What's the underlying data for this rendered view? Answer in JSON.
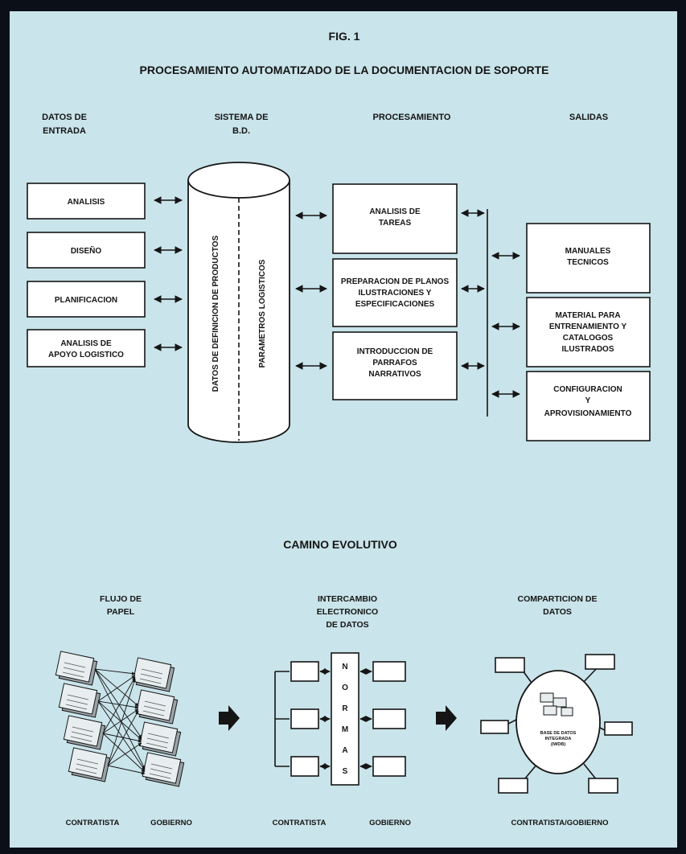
{
  "figure": {
    "number": "FIG. 1",
    "title": "PROCESAMIENTO AUTOMATIZADO DE LA DOCUMENTACION DE SOPORTE"
  },
  "columns": {
    "inputs": [
      "DATOS DE",
      "ENTRADA"
    ],
    "db": [
      "SISTEMA DE",
      "B.D."
    ],
    "processing": "PROCESAMIENTO",
    "outputs": "SALIDAS"
  },
  "inputs": [
    {
      "lines": [
        "ANALISIS"
      ]
    },
    {
      "lines": [
        "DISEÑO"
      ]
    },
    {
      "lines": [
        "PLANIFICACION"
      ]
    },
    {
      "lines": [
        "ANALISIS DE",
        "APOYO LOGISTICO"
      ]
    }
  ],
  "database": {
    "left_label": "DATOS DE DEFINICION DE PRODUCTOS",
    "right_label": "PARAMETROS LOGISTICOS"
  },
  "processing": [
    {
      "lines": [
        "ANALISIS DE",
        "TAREAS"
      ]
    },
    {
      "lines": [
        "PREPARACION DE PLANOS",
        "ILUSTRACIONES Y",
        "ESPECIFICACIONES"
      ]
    },
    {
      "lines": [
        "INTRODUCCION DE",
        "PARRAFOS",
        "NARRATIVOS"
      ]
    }
  ],
  "outputs": [
    {
      "lines": [
        "MANUALES",
        "TECNICOS"
      ]
    },
    {
      "lines": [
        "MATERIAL PARA",
        "ENTRENAMIENTO Y",
        "CATALOGOS",
        "ILUSTRADOS"
      ]
    },
    {
      "lines": [
        "CONFIGURACION",
        "Y",
        "APROVISIONAMIENTO"
      ]
    }
  ],
  "evolution": {
    "title": "CAMINO EVOLUTIVO",
    "stages": [
      {
        "title": [
          "FLUJO DE",
          "PAPEL"
        ],
        "labels": [
          "CONTRATISTA",
          "GOBIERNO"
        ]
      },
      {
        "title": [
          "INTERCAMBIO",
          "ELECTRONICO",
          "DE DATOS"
        ],
        "standard": [
          "N",
          "O",
          "R",
          "M",
          "A",
          "S"
        ],
        "labels": [
          "CONTRATISTA",
          "GOBIERNO"
        ]
      },
      {
        "title": [
          "COMPARTICION DE",
          "DATOS"
        ],
        "hub": [
          "BASE DE DATOS",
          "INTEGRADA",
          "(IWDB)"
        ],
        "labels": [
          "CONTRATISTA/GOBIERNO"
        ]
      }
    ]
  },
  "colors": {
    "background": "#c9e4ea",
    "ink": "#151515",
    "box": "#ffffff",
    "frame": "#0b1018"
  }
}
